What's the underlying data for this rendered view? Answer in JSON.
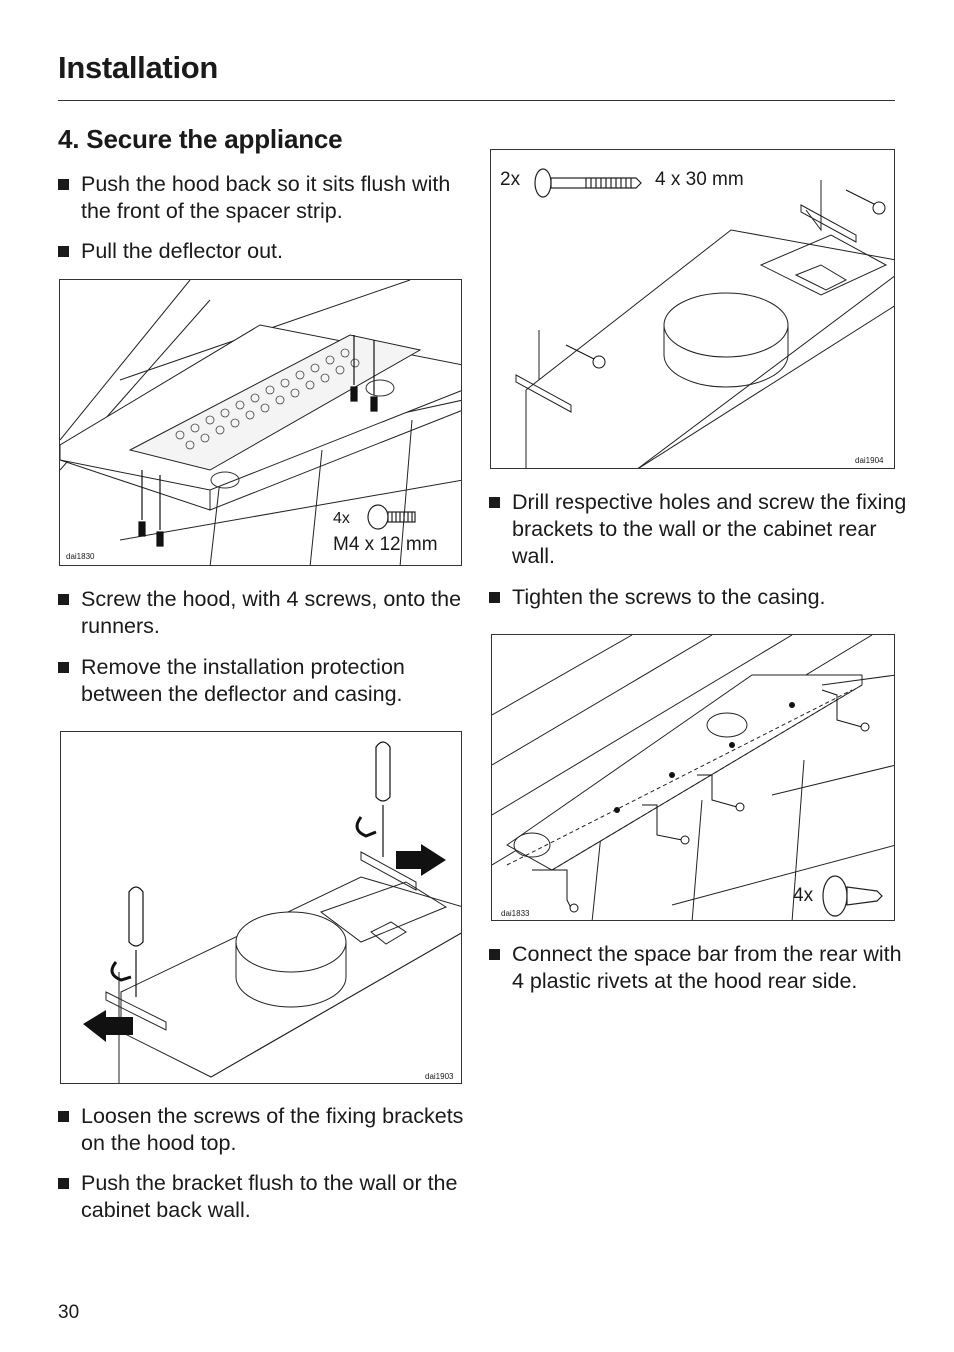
{
  "header": {
    "title": "Installation"
  },
  "section": {
    "title": "4. Secure the appliance"
  },
  "left_column": {
    "bullets_top": [
      "Push the hood back so it sits flush with the front of the spacer strip.",
      "Pull the deflector out."
    ],
    "figure1": {
      "label_count": "4x",
      "label_size": "M4 x 12 mm",
      "code": "dai1830"
    },
    "bullets_mid": [
      "Screw the hood, with 4 screws, onto the runners.",
      "Remove the installation protection between the deflector and casing."
    ],
    "figure2": {
      "code": "dai1903"
    },
    "bullets_bottom": [
      "Loosen the screws of the fixing brackets on the hood top.",
      "Push the bracket flush to the wall or the cabinet back wall."
    ]
  },
  "right_column": {
    "figure3": {
      "label_count": "2x",
      "label_size": "4 x 30 mm",
      "code": "dai1904"
    },
    "bullets_mid": [
      "Drill respective holes and screw the fixing brackets to the wall or the cabinet rear wall.",
      "Tighten the screws to the casing."
    ],
    "figure4": {
      "label_count": "4x",
      "code": "dai1833"
    },
    "bullets_bottom": [
      "Connect the space bar from the rear with 4 plastic rivets at the hood rear side."
    ]
  },
  "footer": {
    "page_number": "30"
  }
}
